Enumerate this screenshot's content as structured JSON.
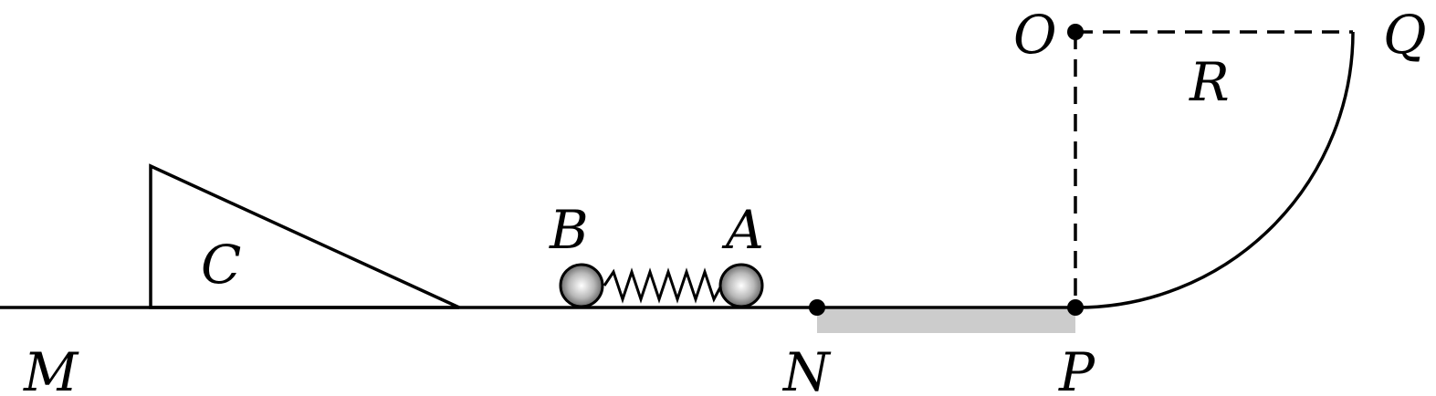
{
  "labels": {
    "M": "M",
    "N": "N",
    "P": "P",
    "O": "O",
    "Q": "Q",
    "R": "R",
    "A": "A",
    "B": "B",
    "C": "C"
  },
  "colors": {
    "ink": "#000000",
    "rough_segment": "#cccccc",
    "ball_highlight": "#ffffff",
    "ball_shadow": "#555555"
  }
}
